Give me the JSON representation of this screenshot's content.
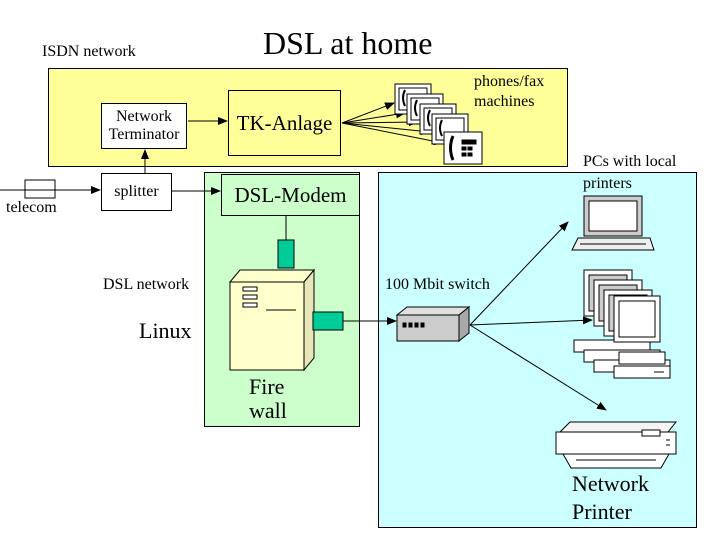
{
  "title": "DSL at home",
  "colors": {
    "isdn_region": "#ffff99",
    "dsl_region": "#ccffcc",
    "lan_region": "#ccffff",
    "nic": "#00cc99",
    "chassis": "#ffffcc",
    "switch": "#cccccc"
  },
  "labels": {
    "isdn_network": "ISDN network",
    "phones_fax": "phones/fax machines",
    "network_terminator": "Network Terminator",
    "tk_anlage": "TK-Anlage",
    "telecom": "telecom",
    "splitter": "splitter",
    "dsl_modem": "DSL-Modem",
    "dsl_network": "DSL network",
    "linux": "Linux",
    "firewall": "Fire wall",
    "switch": "100 Mbit switch",
    "pcs": "PCs with local printers",
    "network_printer": "Network Printer"
  }
}
